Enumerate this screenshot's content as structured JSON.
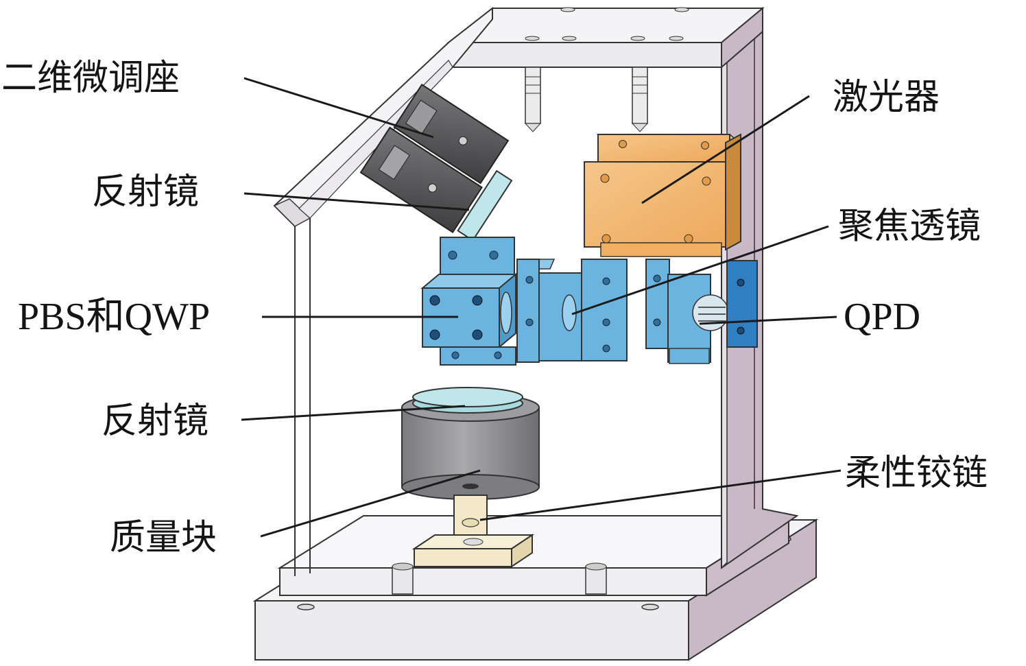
{
  "figure": {
    "labels_left": [
      {
        "key": "adjust_mount",
        "text": "二维微调座"
      },
      {
        "key": "mirror_top",
        "text": "反射镜"
      },
      {
        "key": "pbs_qwp",
        "text": "PBS和QWP"
      },
      {
        "key": "mirror_bottom",
        "text": "反射镜"
      },
      {
        "key": "mass_block",
        "text": "质量块"
      }
    ],
    "labels_right": [
      {
        "key": "laser",
        "text": "激光器"
      },
      {
        "key": "focus_lens",
        "text": "聚焦透镜"
      },
      {
        "key": "qpd",
        "text": "QPD"
      },
      {
        "key": "flex_hinge",
        "text": "柔性铰链"
      }
    ]
  },
  "colors": {
    "frame": "#f2f2f4",
    "frame_shade": "#c9b8c6",
    "outline": "#333333",
    "laser": "#f2b36b",
    "laser_edge": "#c98a3e",
    "optics_blue": "#6cb4e0",
    "optics_blue_dark": "#2f7fc2",
    "mount_gray": "#5d5d5f",
    "mirror_cyan": "#bfe6ea",
    "mass_gray": "#8f8e91",
    "hinge": "#f3e9c9",
    "leader": "#1a1a1a"
  }
}
